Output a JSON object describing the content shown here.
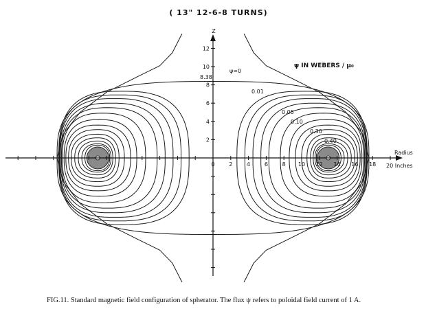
{
  "figure": {
    "title": "( 13\"  12-6-8 TURNS)",
    "legend": "ψ  IN  WEBERS / μ₀",
    "separatrix_height_label": "8.38",
    "separatrix_label": "ψ=0",
    "contour_labels": [
      "0.01",
      "0.05",
      "0.10",
      "0.30",
      "0.40"
    ],
    "x_axis": {
      "title": "Radius",
      "ticks": [
        "0",
        "2",
        "4",
        "6",
        "8",
        "10",
        "12",
        "14",
        "16",
        "18"
      ],
      "end_label": "20 Inches"
    },
    "z_axis": {
      "title": "Z",
      "ticks": [
        "2",
        "4",
        "6",
        "8",
        "10",
        "12"
      ]
    },
    "caption": "FIG.11.   Standard magnetic field configuration of spherator.  The flux ψ refers to poloidal field current of 1 A."
  },
  "colors": {
    "ink": "#1a1a1a",
    "coil_fill": "#8a8a8a"
  }
}
